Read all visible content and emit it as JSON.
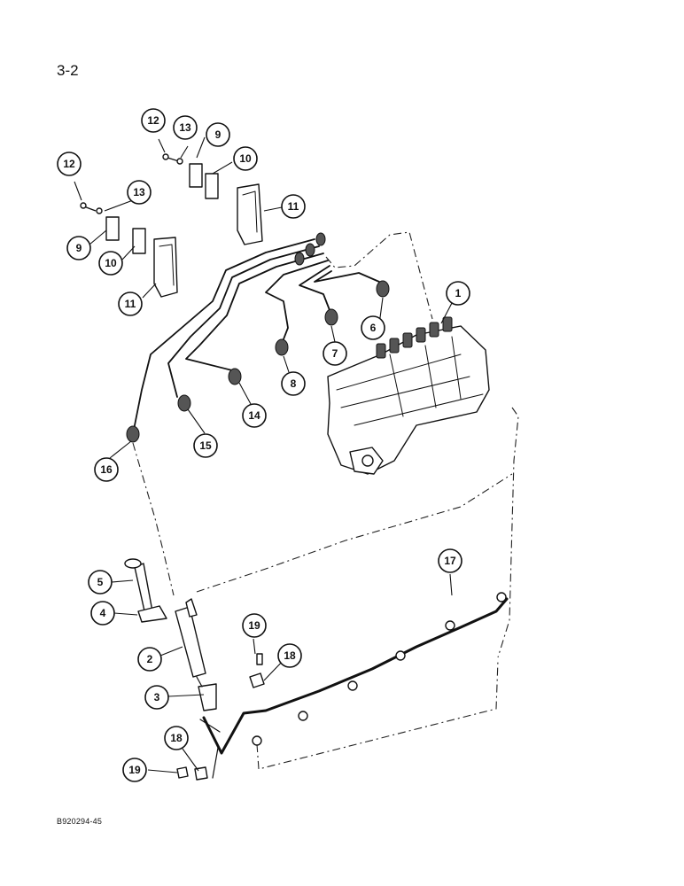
{
  "page_number": "3-2",
  "figure_code": "B920294-45",
  "callouts": [
    {
      "label": "1"
    },
    {
      "label": "2"
    },
    {
      "label": "3"
    },
    {
      "label": "4"
    },
    {
      "label": "5"
    },
    {
      "label": "6"
    },
    {
      "label": "7"
    },
    {
      "label": "8"
    },
    {
      "label": "9"
    },
    {
      "label": "9"
    },
    {
      "label": "10"
    },
    {
      "label": "10"
    },
    {
      "label": "11"
    },
    {
      "label": "11"
    },
    {
      "label": "12"
    },
    {
      "label": "12"
    },
    {
      "label": "13"
    },
    {
      "label": "13"
    },
    {
      "label": "14"
    },
    {
      "label": "15"
    },
    {
      "label": "16"
    },
    {
      "label": "17"
    },
    {
      "label": "18"
    },
    {
      "label": "18"
    },
    {
      "label": "19"
    },
    {
      "label": "19"
    }
  ]
}
